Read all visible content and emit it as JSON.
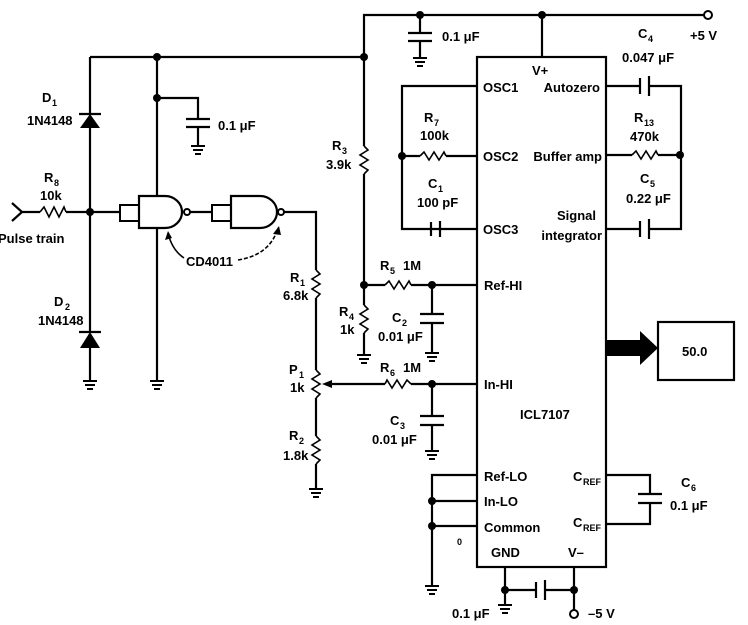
{
  "title": "Pulse train frequency meter with ICL7107",
  "supplies": {
    "pos": "+5 V",
    "neg": "–5 V"
  },
  "input": {
    "label": "Pulse train"
  },
  "components": {
    "D1": {
      "ref": "D",
      "sub": "1",
      "value": "1N4148"
    },
    "D2": {
      "ref": "D",
      "sub": "2",
      "value": "1N4148"
    },
    "R8": {
      "ref": "R",
      "sub": "8",
      "value": "10k"
    },
    "C_gate": {
      "value": "0.1 μF"
    },
    "C_top": {
      "value": "0.1 μF"
    },
    "gate": {
      "label": "CD4011"
    },
    "R1": {
      "ref": "R",
      "sub": "1",
      "value": "6.8k"
    },
    "P1": {
      "ref": "P",
      "sub": "1",
      "value": "1k"
    },
    "R2": {
      "ref": "R",
      "sub": "2",
      "value": "1.8k"
    },
    "R3": {
      "ref": "R",
      "sub": "3",
      "value": "3.9k"
    },
    "R4": {
      "ref": "R",
      "sub": "4",
      "value": "1k"
    },
    "R5": {
      "ref": "R",
      "sub": "5",
      "value": "1M"
    },
    "R6": {
      "ref": "R",
      "sub": "6",
      "value": "1M"
    },
    "C2": {
      "ref": "C",
      "sub": "2",
      "value": "0.01 μF"
    },
    "C3": {
      "ref": "C",
      "sub": "3",
      "value": "0.01 μF"
    },
    "R7": {
      "ref": "R",
      "sub": "7",
      "value": "100k"
    },
    "C1": {
      "ref": "C",
      "sub": "1",
      "value": "100 pF"
    },
    "C4": {
      "ref": "C",
      "sub": "4",
      "value": "0.047 μF"
    },
    "R13": {
      "ref": "R",
      "sub": "13",
      "value": "470k"
    },
    "C5": {
      "ref": "C",
      "sub": "5",
      "value": "0.22 μF"
    },
    "C6": {
      "ref": "C",
      "sub": "6",
      "value": "0.1 μF"
    },
    "C_vneg": {
      "value": "0.1 μF"
    }
  },
  "ic": {
    "name": "ICL7107",
    "pins": {
      "vplus": "V+",
      "osc1": "OSC1",
      "osc2": "OSC2",
      "osc3": "OSC3",
      "autozero": "Autozero",
      "buffer": "Buffer amp",
      "signal1": "Signal",
      "signal2": "integrator",
      "refhi": "Ref-HI",
      "inhi": "In-HI",
      "reflo": "Ref-LO",
      "inlo": "In-LO",
      "common": "Common",
      "cref": "C",
      "cref_sub": "REF",
      "gnd": "GND",
      "vminus": "V–"
    }
  },
  "display": {
    "value": "50.0"
  },
  "stray_mark": "0"
}
